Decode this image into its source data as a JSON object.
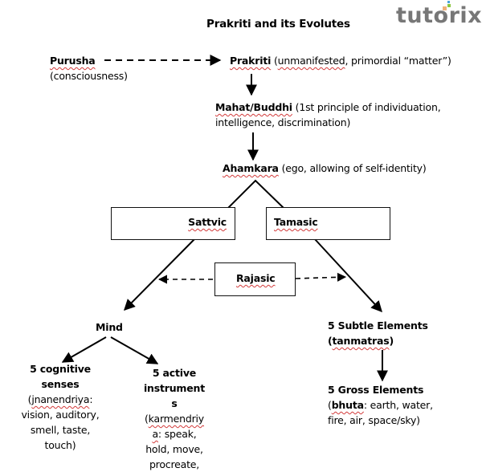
{
  "title": "Prakriti and its Evolutes",
  "logo": {
    "text": "tutorix",
    "accent_colors": [
      "#f0b27a",
      "#8cc63f",
      "#4aa3df"
    ],
    "text_color": "#777777"
  },
  "nodes": {
    "purusha": {
      "label": "Purusha",
      "desc": "(consciousness)"
    },
    "prakriti": {
      "label": "Prakriti",
      "desc_pre": "(",
      "desc_sq": "unmanifested",
      "desc_post": ", primordial “matter”)"
    },
    "mahat": {
      "label": "Mahat/Buddhi",
      "desc_line1": "(1st principle of individuation,",
      "desc_line2": "intelligence, discrimination)"
    },
    "ahamkara": {
      "label": "Ahamkara",
      "desc": "(ego, allowing of self-identity)"
    },
    "sattvic": {
      "label": "Sattvic"
    },
    "tamasic": {
      "label": "Tamasic"
    },
    "rajasic": {
      "label": "Rajasic"
    },
    "mind": {
      "label": "Mind"
    },
    "cognitive": {
      "label_line1": "5 cognitive",
      "label_line2": "senses",
      "term": "jnanendriya",
      "desc_line1": "vision, auditory,",
      "desc_line2": "smell, taste,",
      "desc_line3": "touch)"
    },
    "active": {
      "label_line1": "5 active",
      "label_line2": "instrument",
      "label_line3": "s",
      "term_part1": "karmendriy",
      "term_part2": "a",
      "desc_line1": ": speak,",
      "desc_line2": "hold, move,",
      "desc_line3": "procreate,"
    },
    "subtle": {
      "label": "5 Subtle Elements",
      "term": "tanmatras"
    },
    "gross": {
      "label": "5 Gross Elements",
      "term": "bhuta",
      "desc_line1": ": earth, water,",
      "desc_line2": "fire, air, space/sky)"
    }
  },
  "punct": {
    "open": "(",
    "close": ")",
    "colon": ":"
  }
}
